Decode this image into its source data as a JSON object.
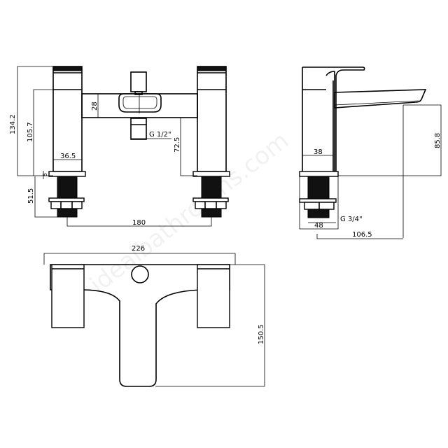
{
  "watermark": "idealbathrooms.com",
  "front_view": {
    "overall_height": "134.2",
    "body_height": "105.7",
    "bridge_height": "28",
    "outlet_thread": "G 1/2\"",
    "outlet_height": "72.5",
    "handle_width": "36.5",
    "base_plate": "5",
    "shank_length": "51.5",
    "centres": "180"
  },
  "side_view": {
    "body_width": "38",
    "spout_height": "85.8",
    "shank_thread": "G 3/4\"",
    "base_width": "48",
    "spout_projection": "106.5"
  },
  "plan_view": {
    "overall_width": "226",
    "overall_depth": "150.5"
  }
}
